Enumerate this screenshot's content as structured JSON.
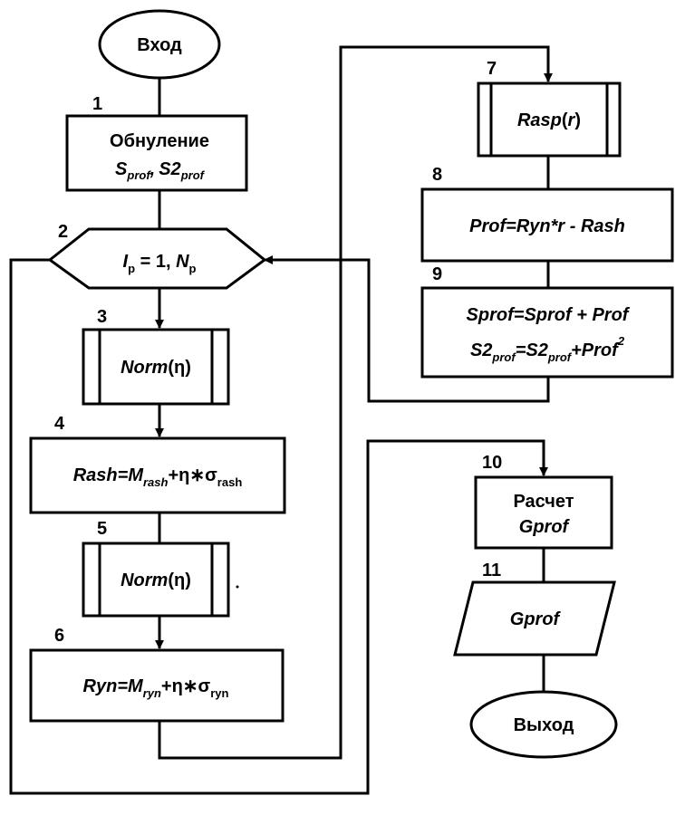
{
  "nodes": {
    "start": {
      "label": "Вход"
    },
    "b1": {
      "num": "1",
      "line1": "Обнуление",
      "s_prof": "S",
      "s_prof_sub": "prof",
      "sep": ",",
      "s2_prof": "S2",
      "s2_prof_sub": "prof"
    },
    "b2": {
      "num": "2",
      "i": "I",
      "i_sub": "p",
      "mid": " = 1, ",
      "n": "N",
      "n_sub": "p"
    },
    "b3": {
      "num": "3",
      "fn": "Norm",
      "arg": "(η)"
    },
    "b4": {
      "num": "4",
      "lhs": "Rash=M",
      "lhs_sub": "rash",
      "plus": "+η∗σ",
      "sigma_sub": "rash"
    },
    "b5": {
      "num": "5",
      "fn": "Norm",
      "arg": "(η)"
    },
    "b6": {
      "num": "6",
      "lhs": "Ryn=M",
      "lhs_sub": "ryn",
      "plus": "+η∗σ",
      "sigma_sub": "ryn"
    },
    "b7": {
      "num": "7",
      "fn": "Rasp",
      "arg_open": "(",
      "arg": "r",
      "arg_close": ")"
    },
    "b8": {
      "num": "8",
      "formula": "Prof=Ryn*r - Rash"
    },
    "b9": {
      "num": "9",
      "line1": "Sprof=Sprof + Prof",
      "l2_a": "S2",
      "l2_a_sub": "prof",
      "l2_eq": "=S2",
      "l2_b_sub": "prof",
      "l2_plus": "+Prof",
      "l2_sup": "2"
    },
    "b10": {
      "num": "10",
      "line1": "Расчет",
      "line2": "Gprof"
    },
    "b11": {
      "num": "11",
      "label": "Gprof"
    },
    "end": {
      "label": "Выход"
    }
  }
}
